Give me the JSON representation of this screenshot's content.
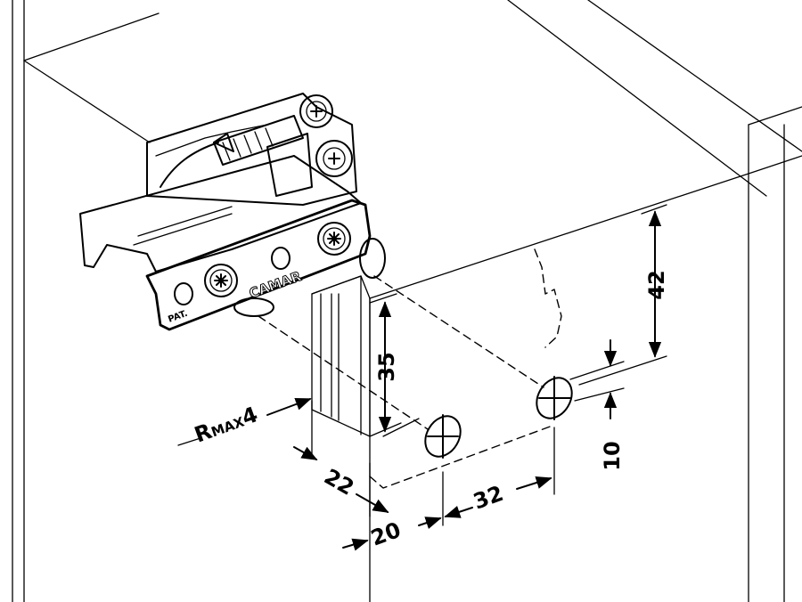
{
  "brand": "CAMAR",
  "patent_mark": "PAT.",
  "dimensions": {
    "radius_prefix": "R",
    "radius_sub": "MAX",
    "radius_value": "4",
    "d42": "42",
    "d35": "35",
    "d10": "10",
    "d22": "22",
    "d20": "20",
    "d32": "32"
  }
}
